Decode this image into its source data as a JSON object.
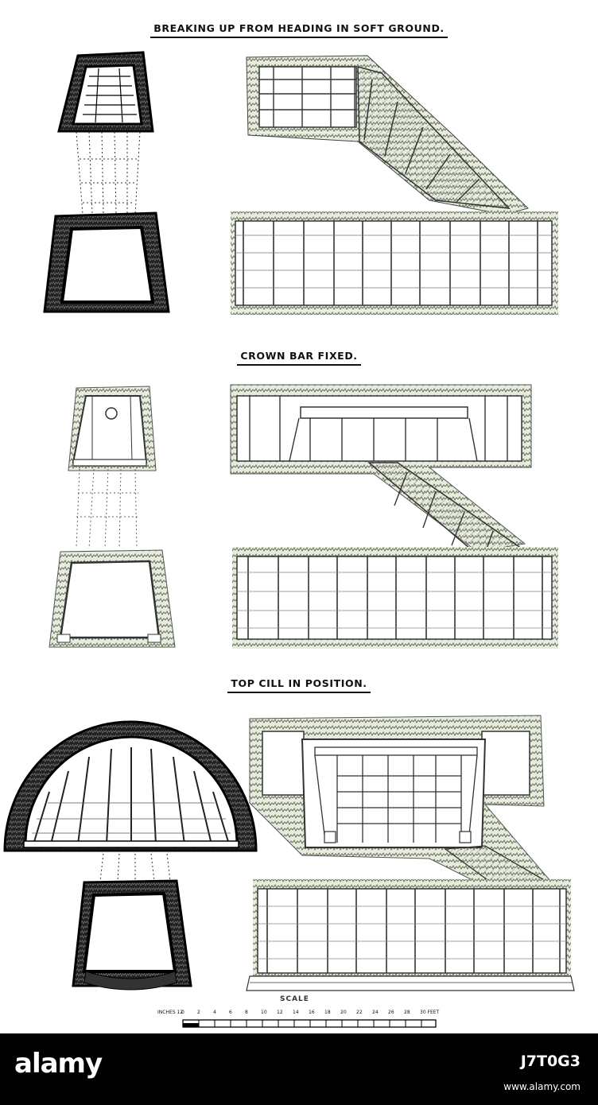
{
  "headings": {
    "section_1": "BREAKING UP FROM HEADING IN SOFT GROUND.",
    "section_2": "CROWN BAR FIXED.",
    "section_3": "TOP CILL IN POSITION."
  },
  "scale": {
    "label": "SCALE",
    "units_left": "INCHES 12",
    "ticks": [
      "0",
      "2",
      "4",
      "6",
      "8",
      "10",
      "12",
      "14",
      "16",
      "18",
      "20",
      "22",
      "24",
      "26",
      "28",
      "30 FEET"
    ]
  },
  "watermark": {
    "brand": "alamy",
    "image_id": "J7T0G3",
    "url": "www.alamy.com"
  },
  "colors": {
    "ink": "#111111",
    "earth": "#6a7a55",
    "timber": "#8a8a8a",
    "banner": "#000000"
  }
}
